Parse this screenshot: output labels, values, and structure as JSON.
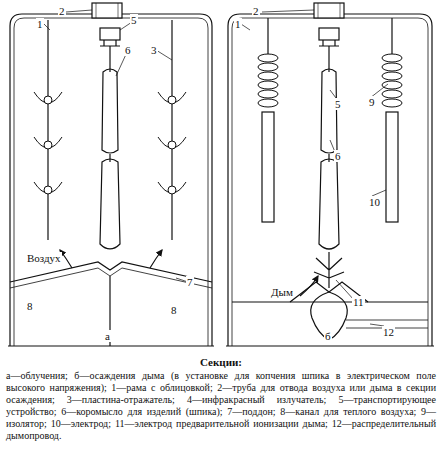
{
  "diagram": {
    "title": "Секции:",
    "caption": "а—облучения; б—осаждения дыма (в установке для копчения шпика в электрическом поле высокого напряжения); 1—рама с облицовкой; 2—труба для отвода воздуха или дыма в секции осаждения; 3—пластина-отражатель; 4—инфракрасный излучатель; 5—транспортирующее устройство; 6—коромысло для изделий (шпика); 7—поддон; 8—канал для теплого воздуха; 9—изолятор; 10—электрод; 11—электрод предварительной ионизации дыма; 12—распределительный дымопровод.",
    "labels": [
      "1",
      "2",
      "5",
      "6",
      "3",
      "Воздух",
      "7",
      "8",
      "8",
      "а",
      "1",
      "2",
      "5",
      "9",
      "6",
      "10",
      "Дым",
      "11",
      "12",
      "б"
    ]
  }
}
